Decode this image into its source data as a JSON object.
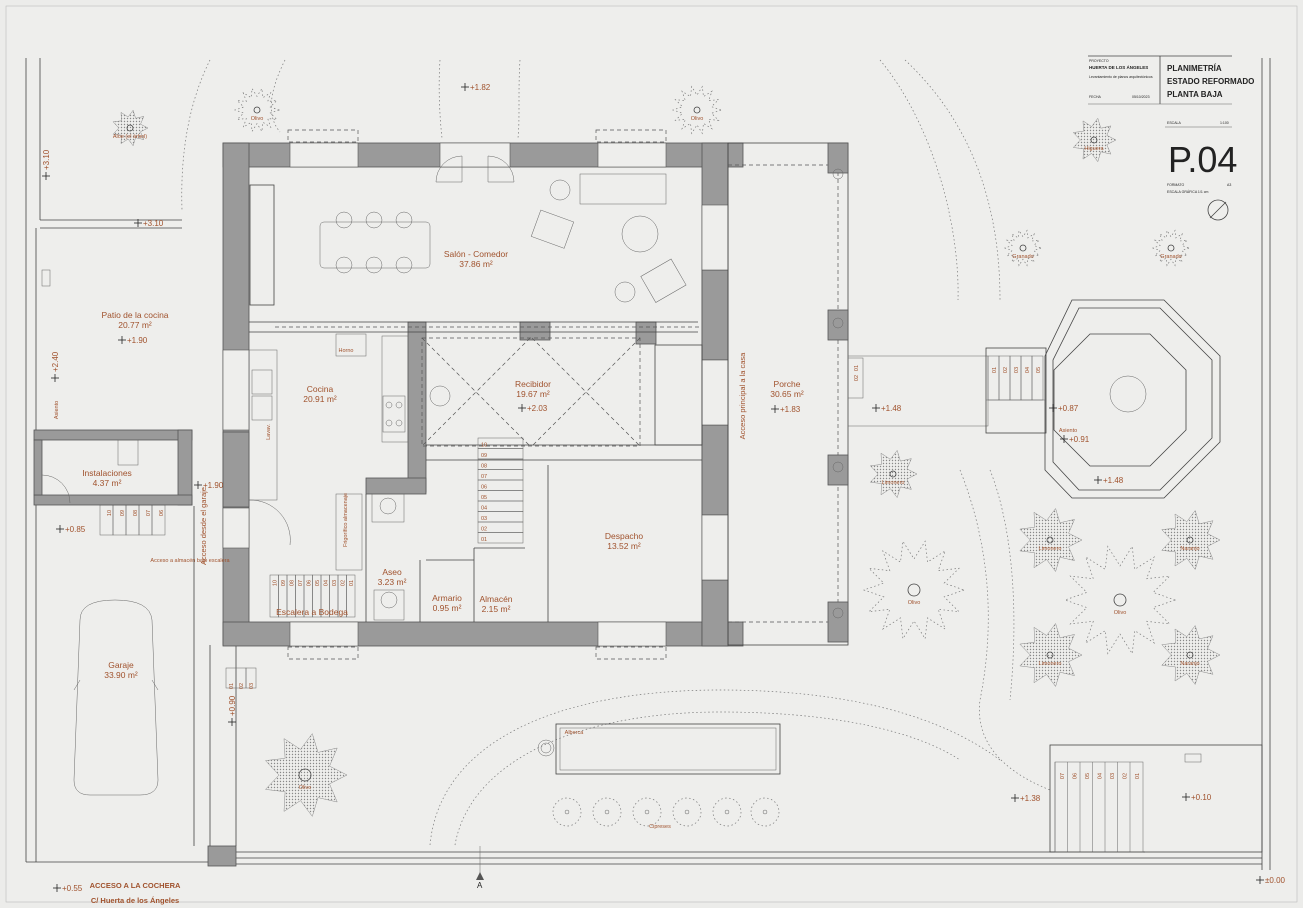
{
  "titleblock": {
    "proyecto_label": "PROYECTO",
    "proyecto_value": "HUERTA DE LOS ÁNGELES",
    "descripcion": "Levantamiento de planos arquitectónicos",
    "fecha_label": "FECHA",
    "fecha_value": "05/10/2023",
    "title_line1": "PLANIMETRÍA",
    "title_line2": "ESTADO REFORMADO",
    "title_line3": "PLANTA BAJA",
    "escala_label": "ESCALA",
    "escala_value": "1:100",
    "sheet_number": "P.04",
    "formato_label": "FORMATO",
    "formato_value": "A3",
    "escala_grafica": "ESCALA GRÁFICA 1/1 cm"
  },
  "rooms": {
    "salon_name": "Salón - Comedor",
    "salon_area": "37.86 m²",
    "patio_name": "Patio de la cocina",
    "patio_area": "20.77 m²",
    "cocina_name": "Cocina",
    "cocina_area": "20.91 m²",
    "recibidor_name": "Recibidor",
    "recibidor_area": "19.67 m²",
    "porche_name": "Porche",
    "porche_area": "30.65 m²",
    "instalaciones_name": "Instalaciones",
    "instalaciones_area": "4.37 m²",
    "despacho_name": "Despacho",
    "despacho_area": "13.52 m²",
    "aseo_name": "Aseo",
    "aseo_area": "3.23 m²",
    "armario_name": "Armario",
    "armario_area": "0.95 m²",
    "almacen_name": "Almacén",
    "almacen_area": "2.15 m²",
    "garaje_name": "Garaje",
    "garaje_area": "33.90 m²",
    "escalera": "Escalera a Bodega"
  },
  "labels": {
    "acceso_principal": "Acceso principal a la casa",
    "acceso_garaje": "Acceso desde el garaje",
    "acceso_almacen": "Acceso a almacén bajo escalera",
    "acceso_cochera": "ACCESO A LA COCHERA",
    "calle": "C/ Huerta de los Ángeles",
    "alberca": "Alberca",
    "horno": "Horno",
    "lavav": "Lavav.",
    "frigorifico": "Frigorífico almacenaje",
    "asiento_left": "Asiento",
    "asiento_right": "Asiento",
    "section_a": "A"
  },
  "trees": {
    "aloe": "Aloe (el árbol)",
    "olivo_top1": "Olivo",
    "olivo_top2": "Olivo",
    "higuera": "Higuera",
    "granado1": "Granado",
    "granado2": "Granado",
    "limonero1": "Limonero",
    "limonero2": "Limonero",
    "limonero3": "Limonero",
    "naranjo1": "Naranjo",
    "naranjo2": "Naranjo",
    "olivo_r1": "Olivo",
    "olivo_r2": "Olivo",
    "olivo_bottom": "Olivo",
    "cipreses": "Cipreses"
  },
  "levels": {
    "l1": "+1.82",
    "l2": "+3.10",
    "l3": "+3.10",
    "l4": "+1.90",
    "l5": "+2.40",
    "l6": "+2.03",
    "l7": "+1.83",
    "l8": "+1.48",
    "l9": "+0.87",
    "l10": "+0.91",
    "l11": "+1.48",
    "l12": "+1.90",
    "l13": "+0.85",
    "l14": "+1.38",
    "l15": "+0.10",
    "l16": "+0.55",
    "l17": "±0.00",
    "l18": "+0.90"
  },
  "stair_numbers": {
    "main": [
      "10",
      "09",
      "08",
      "07",
      "06",
      "05",
      "04",
      "03",
      "02",
      "01"
    ],
    "garage": [
      "10",
      "09",
      "08",
      "07",
      "06"
    ],
    "cellar": [
      "10",
      "09",
      "08",
      "07",
      "06",
      "05",
      "04",
      "03",
      "02",
      "01"
    ],
    "bottom": [
      "01",
      "02",
      "03"
    ],
    "gazebo": [
      "01",
      "02",
      "03",
      "04",
      "05"
    ],
    "porch": [
      "01",
      "02"
    ],
    "lower_right": [
      "07",
      "06",
      "05",
      "04",
      "03",
      "02",
      "01"
    ]
  }
}
